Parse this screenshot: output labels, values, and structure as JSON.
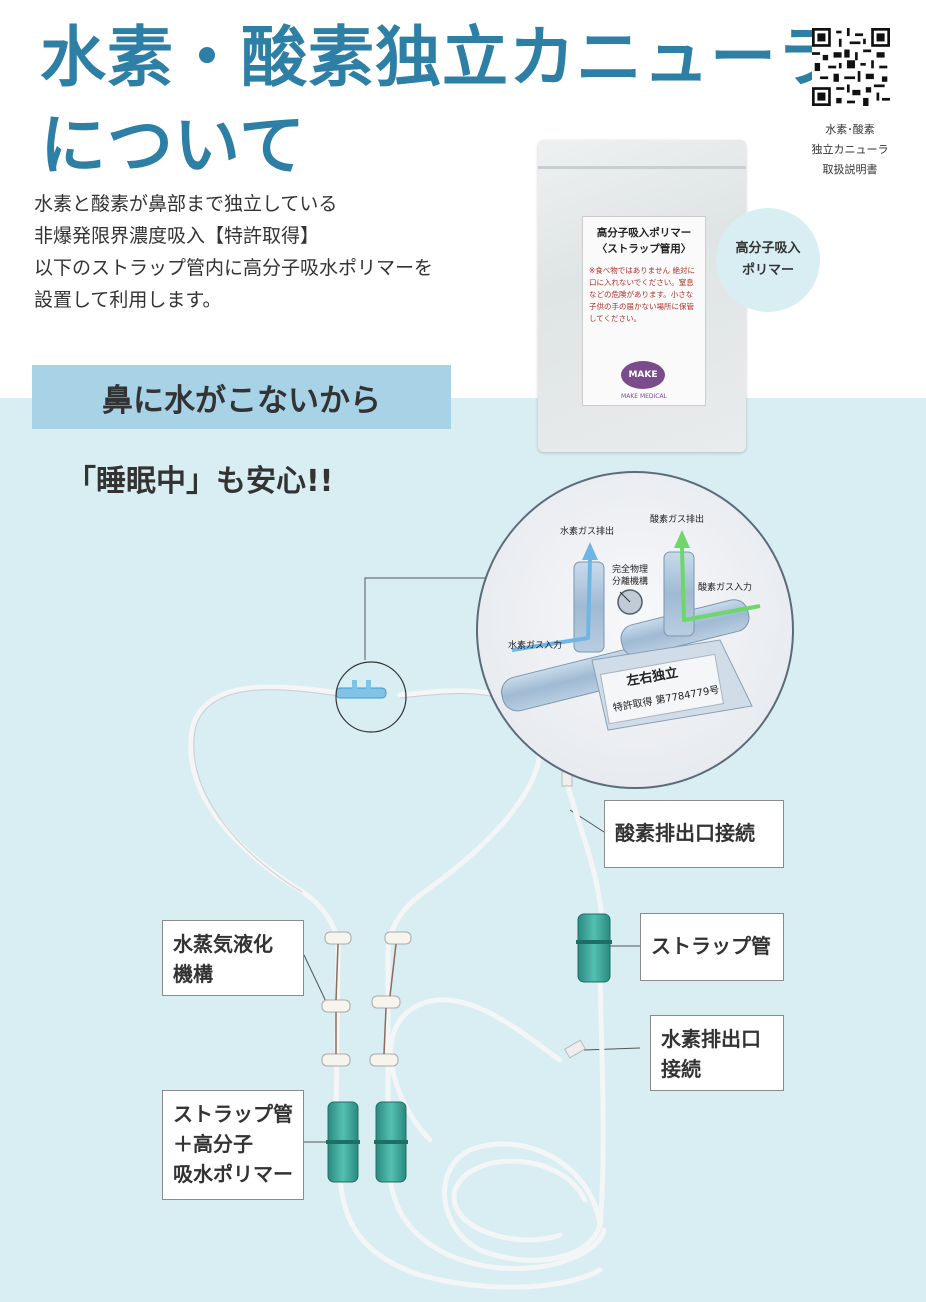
{
  "header": {
    "title_line1": "水素・酸素独立カニューラ",
    "title_line2": "について"
  },
  "intro": {
    "line1": "水素と酸素が鼻部まで独立している",
    "line2": "非爆発限界濃度吸入【特許取得】",
    "line3": "以下のストラップ管内に高分子吸水ポリマーを",
    "line4": "設置して利用します。"
  },
  "qr": {
    "caption_line1": "水素･酸素",
    "caption_line2": "独立カニューラ",
    "caption_line3": "取扱説明書"
  },
  "product_bag": {
    "label_title1": "高分子吸入ポリマー",
    "label_title2": "〈ストラップ管用〉",
    "warning": "※食べ物ではありません 絶対に口に入れないでください。窒息などの危険があります。小さな子供の手の届かない場所に保管してください。",
    "logo_text": "MAKE",
    "maker": "MAKE MEDICAL",
    "bubble_line1": "高分子吸入",
    "bubble_line2": "ポリマー"
  },
  "banner": {
    "main": "鼻に水がこないから",
    "sub": "「睡眠中」も安心!!"
  },
  "detail_circle": {
    "h2_out": "水素ガス排出",
    "o2_out": "酸素ガス排出",
    "separator_line1": "完全物理",
    "separator_line2": "分離機構",
    "o2_in": "酸素ガス入力",
    "h2_in": "水素ガス入力",
    "tag_title": "左右独立",
    "tag_patent": "特許取得 第7784779号"
  },
  "callouts": {
    "oxygen_outlet": "酸素排出口接続",
    "strap_tube": "ストラップ管",
    "hydrogen_outlet_line1": "水素排出口",
    "hydrogen_outlet_line2": "接続",
    "vapor_line1": "水蒸気液化",
    "vapor_line2": "機構",
    "strap_polymer_line1": "ストラップ管",
    "strap_polymer_line2": "＋高分子",
    "strap_polymer_line3": "吸水ポリマー"
  },
  "colors": {
    "title": "#2e7fa6",
    "banner": "#a8d3e6",
    "background_lower": "#d8eef2",
    "strap_green": "#2f9e8f",
    "hydrogen_arrow": "#6fb6e6",
    "oxygen_arrow": "#6fd66a"
  }
}
